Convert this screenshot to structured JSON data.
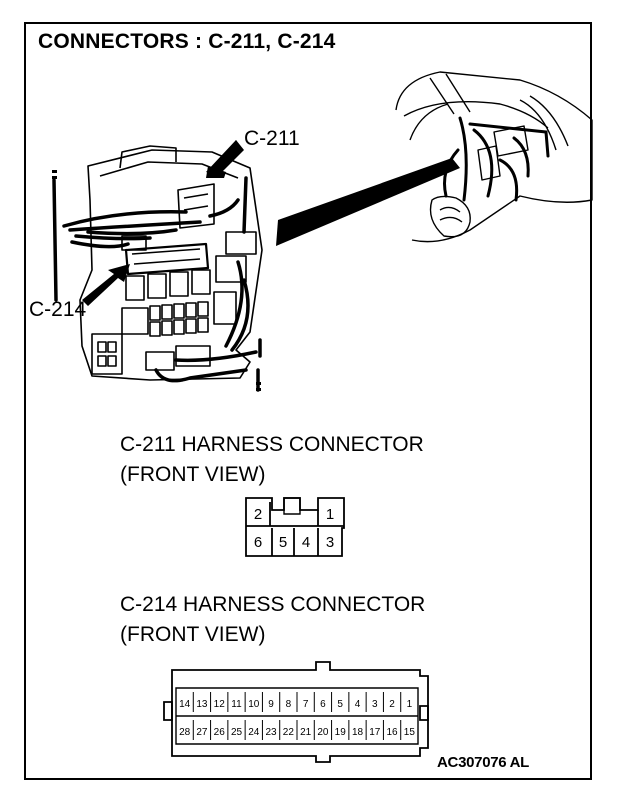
{
  "title": "CONNECTORS : C-211, C-214",
  "callouts": {
    "c211": "C-211",
    "c214": "C-214"
  },
  "connector_c211": {
    "heading": "C-211 HARNESS CONNECTOR",
    "subheading": "(FRONT VIEW)",
    "top_row": [
      "2",
      "",
      "1"
    ],
    "bottom_row": [
      "6",
      "5",
      "4",
      "3"
    ]
  },
  "connector_c214": {
    "heading": "C-214 HARNESS CONNECTOR",
    "subheading": "(FRONT VIEW)",
    "top_row": [
      "14",
      "13",
      "12",
      "11",
      "10",
      "9",
      "8",
      "7",
      "6",
      "5",
      "4",
      "3",
      "2",
      "1"
    ],
    "bottom_row": [
      "28",
      "27",
      "26",
      "25",
      "24",
      "23",
      "22",
      "21",
      "20",
      "19",
      "18",
      "17",
      "16",
      "15"
    ]
  },
  "figure_code": "AC307076 AL"
}
